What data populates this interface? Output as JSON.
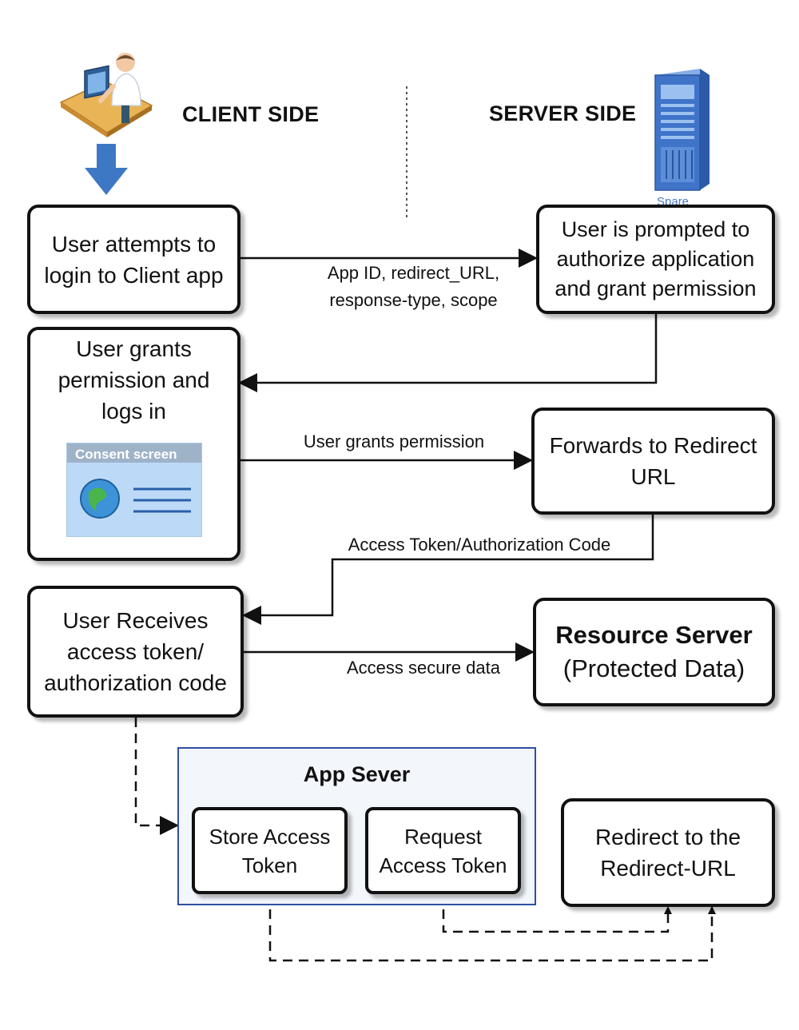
{
  "headings": {
    "client_side": "CLIENT SIDE",
    "server_side": "SERVER SIDE"
  },
  "icons": {
    "user_at_computer": "user-at-computer-icon",
    "down_arrow": "down-arrow-icon",
    "server": "server-tower-icon",
    "consent_screen": "consent-screen-icon"
  },
  "server_icon_caption": "Spare",
  "consent_screen_caption": "Consent screen",
  "nodes": {
    "login": "User attempts to\nlogin to Client app",
    "prompted": "User is prompted to\nauthorize application\nand grant permission",
    "grants": "User grants\npermission and\nlogs in",
    "forwards": "Forwards to Redirect\nURL",
    "receives": "User Receives\naccess token/\nauthorization code",
    "resource_title": "Resource Server",
    "resource_subtitle": "(Protected Data)",
    "app_server_title": "App Sever",
    "store_token": "Store Access\nToken",
    "request_token": "Request\nAccess Token",
    "redirect": "Redirect to the\nRedirect-URL"
  },
  "edges": {
    "login_to_prompt": "App ID, redirect_URL,\nresponse-type, scope",
    "grants_to_forward": "User grants permission",
    "forward_to_receive": "Access Token/Authorization Code",
    "receive_to_resource": "Access secure data"
  },
  "colors": {
    "arrow_blue": "#3d78c4",
    "app_server_border": "#2f4fa0",
    "app_server_fill": "#f3f6fb",
    "server_blue": "#3f74c9",
    "ink": "#111111"
  }
}
